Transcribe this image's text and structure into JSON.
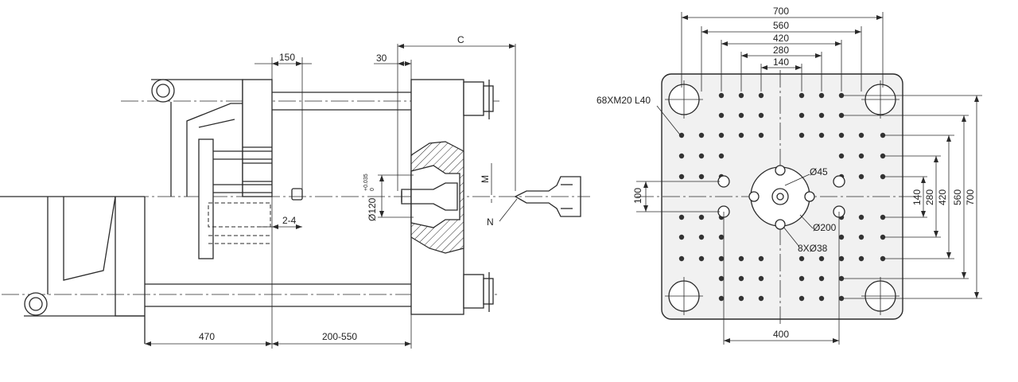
{
  "side_view": {
    "dim_150": "150",
    "dim_30": "30",
    "dim_c": "C",
    "dim_2_4": "2-4",
    "dim_470": "470",
    "dim_200_550": "200-550",
    "dim_m": "M",
    "dim_n": "N",
    "dim_locating_ring": "Ø120",
    "dim_tol_upper": "+0.035",
    "dim_tol_lower": "0"
  },
  "platen_view": {
    "dim_700_top": "700",
    "dim_560_top": "560",
    "dim_420_top": "420",
    "dim_280_top": "280",
    "dim_140_top": "140",
    "dim_700_right": "700",
    "dim_560_right": "560",
    "dim_420_right": "420",
    "dim_280_right": "280",
    "dim_140_right": "140",
    "dim_100": "100",
    "dim_400": "400",
    "label_tapped_holes": "68XM20 L40",
    "label_d45": "Ø45",
    "label_d200": "Ø200",
    "label_8xd38": "8XØ38"
  }
}
